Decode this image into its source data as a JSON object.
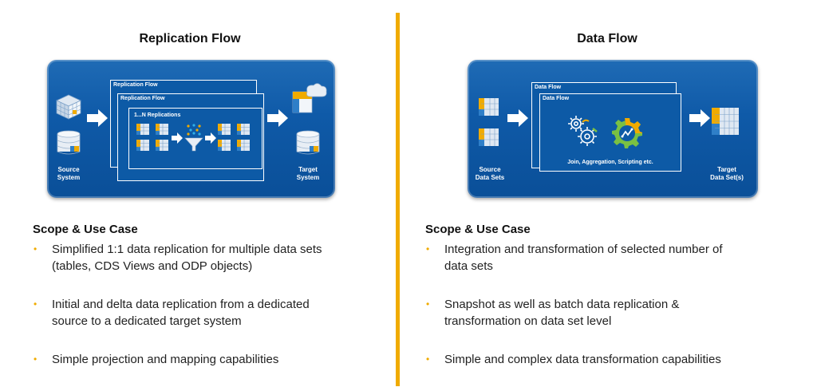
{
  "replication": {
    "heading": "Replication Flow",
    "panel": {
      "frame_back_title": "Replication Flow",
      "frame_front_title": "Replication Flow",
      "inner_title": "1...N Replications",
      "source_label_1": "Source",
      "source_label_2": "System",
      "target_label_1": "Target",
      "target_label_2": "System"
    },
    "scope_title": "Scope & Use Case",
    "bullets": [
      {
        "line1": "Simplified 1:1 data replication for multiple data sets",
        "line2": "(tables, CDS Views and ODP objects)"
      },
      {
        "line1": "Initial and delta data replication from a dedicated",
        "line2": "source to a dedicated target system"
      },
      {
        "line1": "Simple projection and mapping capabilities",
        "line2": ""
      }
    ]
  },
  "dataflow": {
    "heading": "Data Flow",
    "panel": {
      "frame_back_title": "Data Flow",
      "frame_front_title": "Data Flow",
      "caption": "Join, Aggregation, Scripting etc.",
      "source_label_1": "Source",
      "source_label_2": "Data Sets",
      "target_label_1": "Target",
      "target_label_2": "Data Set(s)"
    },
    "scope_title": "Scope & Use Case",
    "bullets": [
      {
        "line1": "Integration and transformation of selected number of",
        "line2": "data sets"
      },
      {
        "line1": "Snapshot as well as batch data replication &",
        "line2": "transformation on data set level"
      },
      {
        "line1": "Simple and complex data transformation capabilities",
        "line2": ""
      }
    ]
  },
  "bullet_symbol": "•",
  "colors": {
    "accent": "#f0ab00",
    "panel": "#0f5aa8",
    "text": "#222222"
  }
}
